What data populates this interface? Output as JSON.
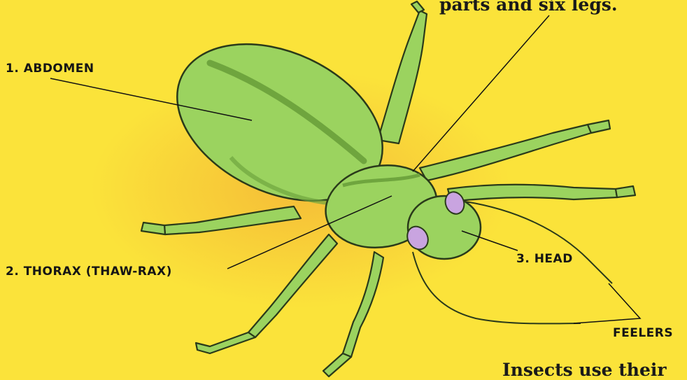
{
  "labels": {
    "abdomen": "1. ABDOMEN",
    "thorax": "2. THORAX (THAW-RAX)",
    "head": "3. HEAD",
    "feelers": "FEELERS"
  },
  "text": {
    "top_caption": "parts and six legs.",
    "bottom_caption": "Insects use their"
  },
  "colors": {
    "background": "#fbe33a",
    "body_green": "#9bd35f",
    "dark_green": "#6fa53e",
    "outline": "#2a3a1a",
    "eye": "#c9a4e0",
    "shadow": "#f2a836"
  }
}
